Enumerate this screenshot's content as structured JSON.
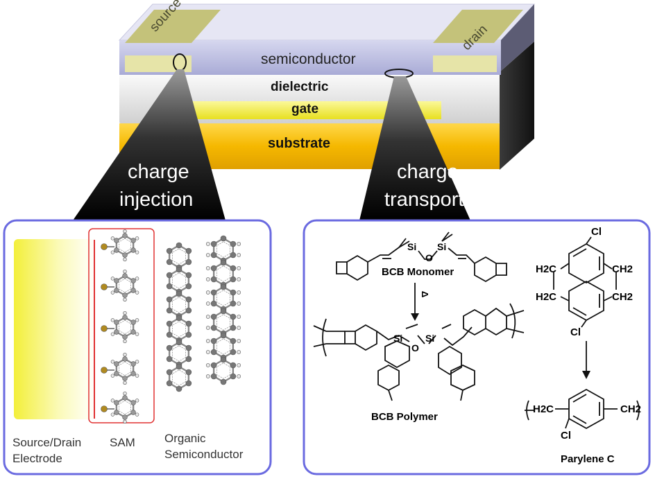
{
  "device": {
    "layers": {
      "semiconductor": "semiconductor",
      "dielectric": "dielectric",
      "gate": "gate",
      "substrate": "substrate"
    },
    "electrodes": {
      "source": "source",
      "drain": "drain"
    }
  },
  "callouts": {
    "injection_line1": "charge",
    "injection_line2": "injection",
    "transport_line1": "charge",
    "transport_line2": "transport"
  },
  "left_panel": {
    "electrode_label_line1": "Source/Drain",
    "electrode_label_line2": "Electrode",
    "sam_label": "SAM",
    "organic_label_line1": "Organic",
    "organic_label_line2": "Semiconductor"
  },
  "right_panel": {
    "bcb_monomer": "BCB Monomer",
    "bcb_polymer": "BCB Polymer",
    "parylene_c": "Parylene C",
    "heat_symbol": "Δ",
    "atom_si": "Si",
    "atom_o": "O",
    "atom_cl": "Cl",
    "group_h2c": "H2C",
    "group_ch2": "CH2"
  },
  "colors": {
    "panel_border": "#6a6ae0",
    "semiconductor": "#b4b6dc",
    "dielectric": "#e4e4e4",
    "gate": "#f2ee4a",
    "substrate": "#f5b800",
    "electrode": "#c9c77a",
    "sam_box": "#e03030"
  }
}
